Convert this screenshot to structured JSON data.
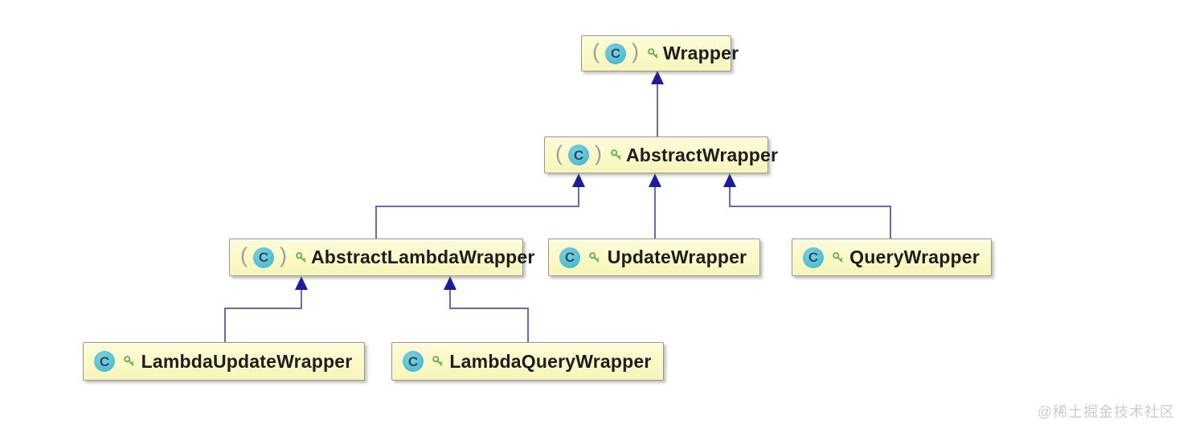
{
  "diagram": {
    "type": "uml-class-hierarchy",
    "nodes": [
      {
        "id": "wrapper",
        "label": "Wrapper",
        "stereotype": "abstract-class"
      },
      {
        "id": "abstract-wrapper",
        "label": "AbstractWrapper",
        "stereotype": "abstract-class"
      },
      {
        "id": "abstract-lambda-wrapper",
        "label": "AbstractLambdaWrapper",
        "stereotype": "abstract-class"
      },
      {
        "id": "update-wrapper",
        "label": "UpdateWrapper",
        "stereotype": "class"
      },
      {
        "id": "query-wrapper",
        "label": "QueryWrapper",
        "stereotype": "class"
      },
      {
        "id": "lambda-update-wrapper",
        "label": "LambdaUpdateWrapper",
        "stereotype": "class"
      },
      {
        "id": "lambda-query-wrapper",
        "label": "LambdaQueryWrapper",
        "stereotype": "class"
      }
    ],
    "edges": [
      {
        "from": "AbstractWrapper",
        "to": "Wrapper",
        "relation": "extends"
      },
      {
        "from": "AbstractLambdaWrapper",
        "to": "AbstractWrapper",
        "relation": "extends"
      },
      {
        "from": "UpdateWrapper",
        "to": "AbstractWrapper",
        "relation": "extends"
      },
      {
        "from": "QueryWrapper",
        "to": "AbstractWrapper",
        "relation": "extends"
      },
      {
        "from": "LambdaUpdateWrapper",
        "to": "AbstractLambdaWrapper",
        "relation": "extends"
      },
      {
        "from": "LambdaQueryWrapper",
        "to": "AbstractLambdaWrapper",
        "relation": "extends"
      }
    ],
    "icons": {
      "class_icon_letter": "C",
      "class_icon_name": "class-icon",
      "modifier_icon_name": "key-icon"
    },
    "colors": {
      "node_fill": "#fbf9c6",
      "node_border": "#96968a",
      "edge_line": "#6a6ab4",
      "edge_arrow": "#1d1d9c",
      "class_icon_fill": "#4fbcd0",
      "key_icon_green": "#5fae4a",
      "label_text": "#1d1d1d",
      "watermark_text": "#cbcbcb"
    },
    "watermark": "@稀土掘金技术社区"
  }
}
